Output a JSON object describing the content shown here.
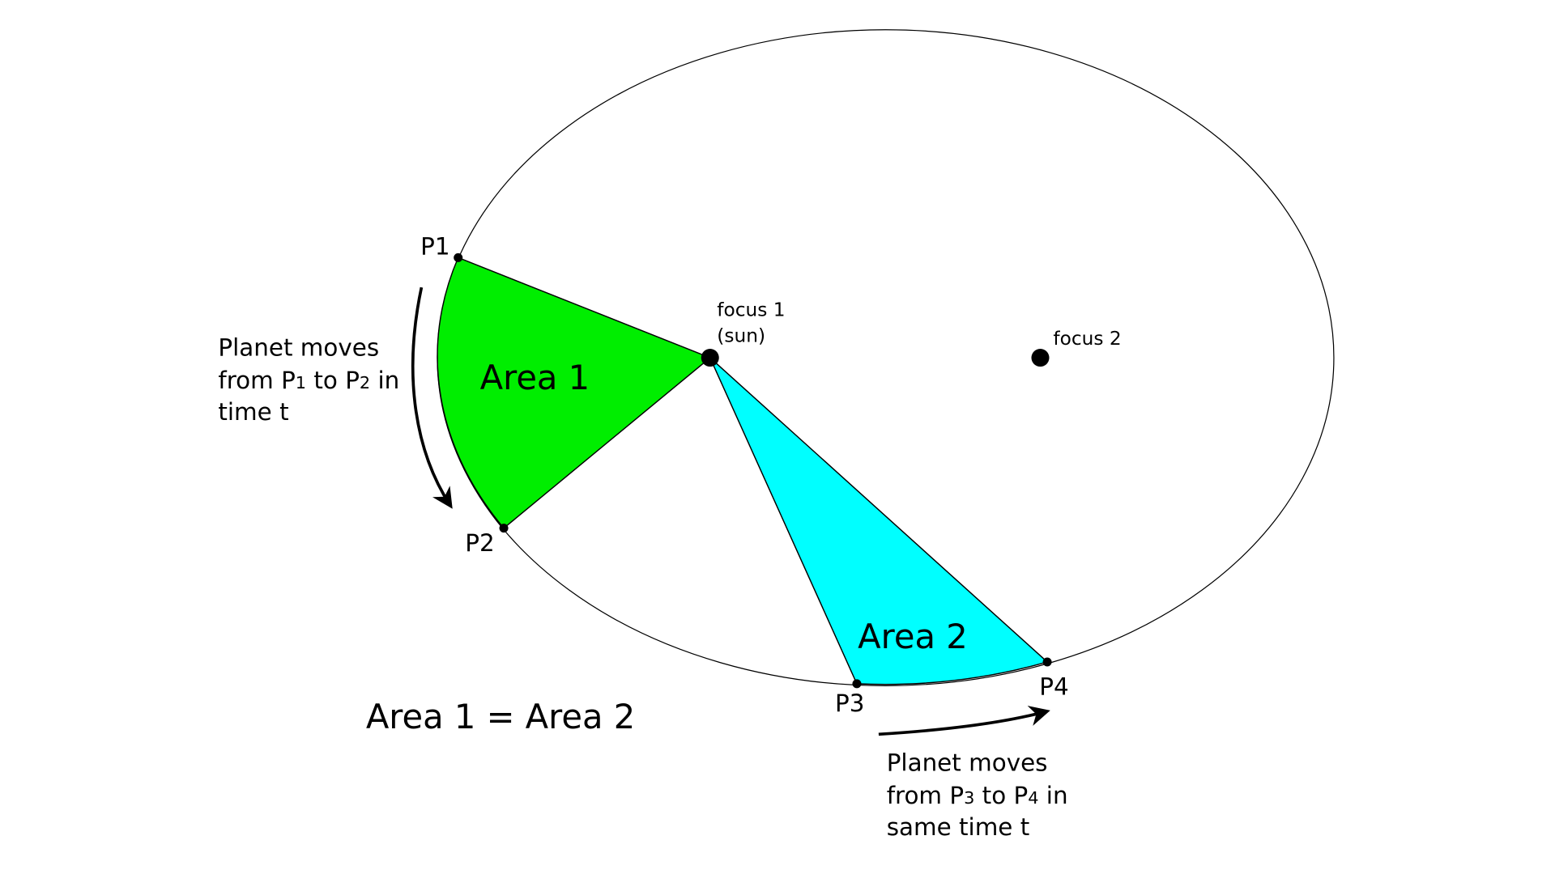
{
  "points": {
    "p1": "P1",
    "p2": "P2",
    "p3": "P3",
    "p4": "P4"
  },
  "foci": {
    "focus1_line1": "focus 1",
    "focus1_line2": "(sun)",
    "focus2": "focus 2"
  },
  "areas": {
    "area1": "Area 1",
    "area2": "Area 2"
  },
  "equation": "Area 1 = Area 2",
  "note_left": {
    "line1": "Planet moves",
    "line2_a": "from P",
    "line2_sub1": "1",
    "line2_b": " to P",
    "line2_sub2": "2",
    "line2_c": " in",
    "line3": "time t"
  },
  "note_bottom": {
    "line1": "Planet moves",
    "line2_a": "from P",
    "line2_sub1": "3",
    "line2_b": " to P",
    "line2_sub2": "4",
    "line2_c": " in",
    "line3": "same time t"
  },
  "colors": {
    "area1": "#00ee00",
    "area2": "#00ffff"
  }
}
